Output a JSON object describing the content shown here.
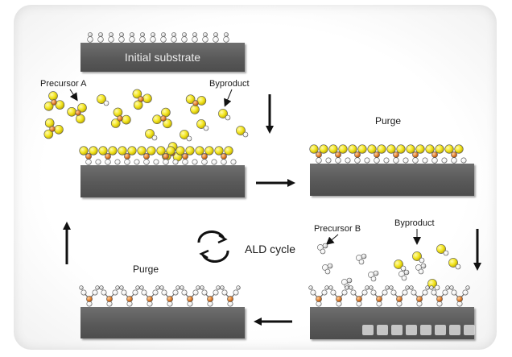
{
  "initial_substrate": {
    "label": "Initial substrate"
  },
  "step1": {
    "precursor_label": "Precursor A",
    "byproduct_label": "Byproduct"
  },
  "purge_top": {
    "label": "Purge"
  },
  "step3": {
    "precursor_label": "Precursor B",
    "byproduct_label": "Byproduct"
  },
  "purge_bottom": {
    "label": "Purge"
  },
  "cycle": {
    "label": "ALD cycle"
  },
  "colors": {
    "substrate": "#5e5e5e",
    "precursor_a": "#f2e21c",
    "metal_center": "#d87a2c",
    "hydroxyl_oxygen": "#ffffff",
    "arrow": "#111111"
  }
}
